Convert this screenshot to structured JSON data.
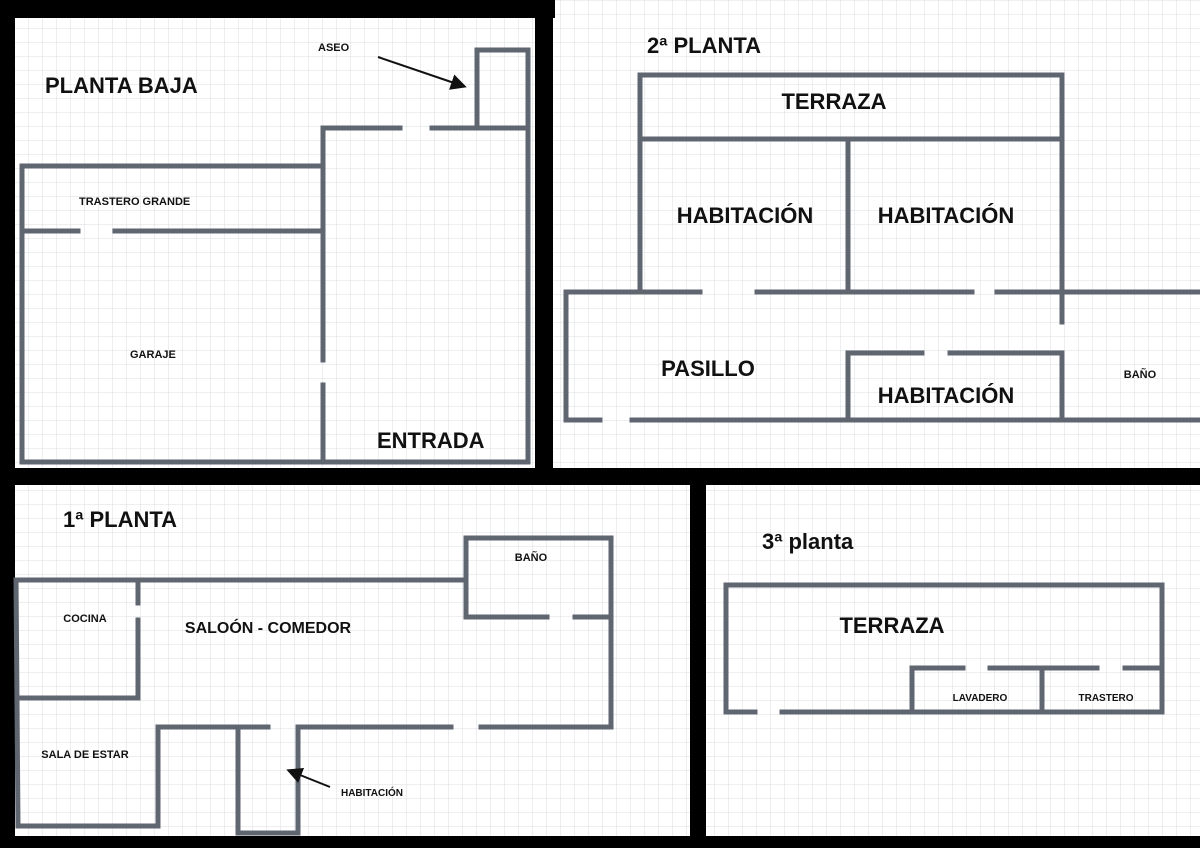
{
  "planta_baja": {
    "title": "PLANTA BAJA",
    "rooms": {
      "aseo": "ASEO",
      "trastero": "TRASTERO GRANDE",
      "garaje": "GARAJE",
      "entrada": "ENTRADA"
    }
  },
  "segunda_planta": {
    "title": "2ª PLANTA",
    "rooms": {
      "terraza": "TERRAZA",
      "habitacion_1": "HABITACIÓN",
      "habitacion_2": "HABITACIÓN",
      "pasillo": "PASILLO",
      "habitacion_3": "HABITACIÓN",
      "bano": "BAÑO"
    }
  },
  "primera_planta": {
    "title": "1ª PLANTA",
    "rooms": {
      "bano": "BAÑO",
      "cocina": "COCINA",
      "salon": "SALOÓN - COMEDOR",
      "sala_estar": "SALA DE ESTAR",
      "habitacion": "HABITACIÓN"
    }
  },
  "tercera_planta": {
    "title": "3ª planta",
    "rooms": {
      "terraza": "TERRAZA",
      "lavadero": "LAVADERO",
      "trastero": "TRASTERO"
    }
  }
}
